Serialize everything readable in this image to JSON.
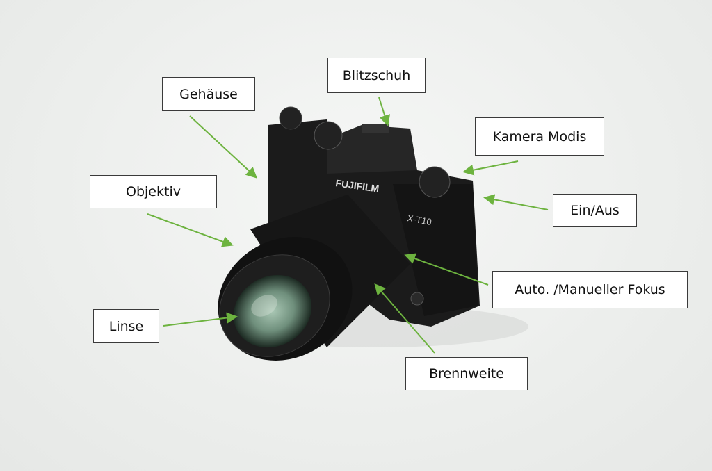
{
  "labels": {
    "gehaeuse": "Gehäuse",
    "blitzschuh": "Blitzschuh",
    "kamera_modis": "Kamera Modis",
    "ein_aus": "Ein/Aus",
    "objektiv": "Objektiv",
    "fokus": "Auto. /Manueller Fokus",
    "linse": "Linse",
    "brennweite": "Brennweite"
  },
  "camera": {
    "brand": "FUJIFILM",
    "model": "X-T10"
  },
  "colors": {
    "arrow": "#6db33f",
    "body": "#1a1a1a",
    "background": "#eeefee"
  }
}
